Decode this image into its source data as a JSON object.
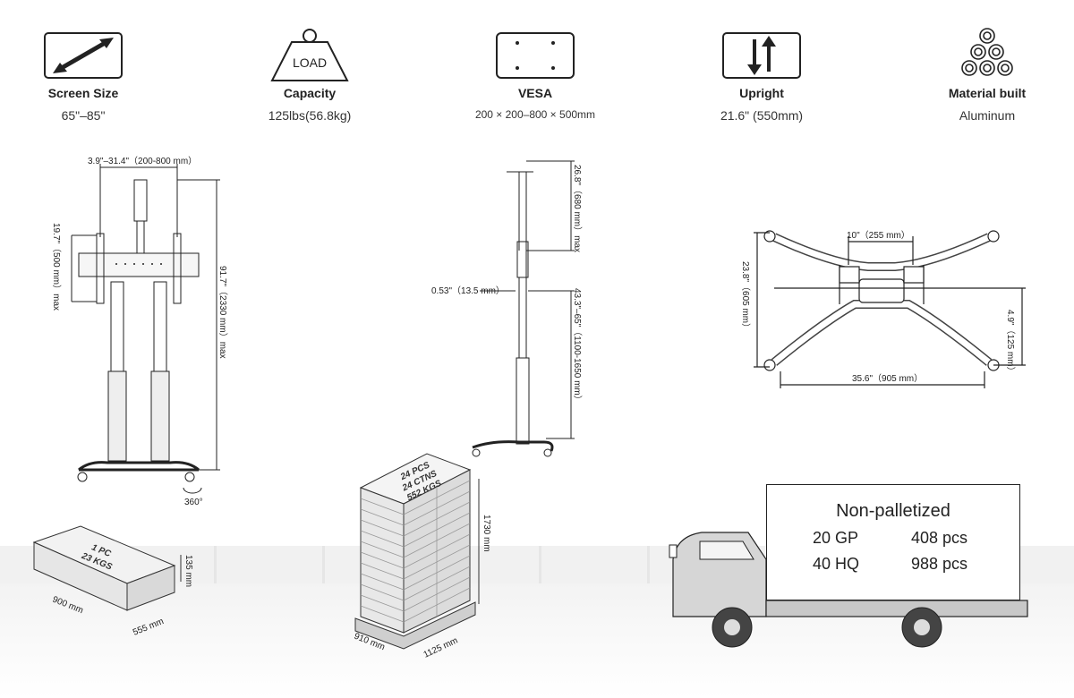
{
  "specs": [
    {
      "icon": "double-arrow-icon",
      "label": "Screen Size",
      "value": "65\"–85\""
    },
    {
      "icon": "weight-icon",
      "label": "Capacity",
      "value": "125lbs(56.8kg)",
      "badge": "LOAD"
    },
    {
      "icon": "vesa-plate-icon",
      "label": "VESA",
      "value": "200 × 200–800 × 500mm"
    },
    {
      "icon": "up-down-arrows-icon",
      "label": "Upright",
      "value": "21.6\" (550mm)"
    },
    {
      "icon": "spiral-cluster-icon",
      "label": "Material built",
      "value": "Aluminum"
    }
  ],
  "front_view": {
    "width_range": "3.9\"–31.4\"（200-800 mm）",
    "bracket_height": "19.7\"（500 mm）max",
    "total_height": "91.7\"（2330 mm）max",
    "rotation": "360°"
  },
  "side_view": {
    "top_extension": "26.8\"（680 mm）max",
    "thickness": "0.53\"（13.5 mm）",
    "height_range": "43.3\"–65\"（1100-1650 mm）"
  },
  "base_view": {
    "center_width": "10\"（255 mm）",
    "depth": "23.8\"（605 mm）",
    "offset": "4.9\"（125 mm）",
    "width": "35.6\"（905 mm）"
  },
  "single_box": {
    "line1": "1 PC",
    "line2": "23 KGS",
    "length": "900 mm",
    "width": "555 mm",
    "height": "135 mm"
  },
  "pallet": {
    "line1": "24 PCS",
    "line2": "24 CTNS",
    "line3": "552 KGS",
    "height": "1730 mm",
    "depth": "910 mm",
    "length": "1125 mm"
  },
  "shipping": {
    "title": "Non-palletized",
    "rows": [
      {
        "container": "20 GP",
        "qty": "408 pcs"
      },
      {
        "container": "40 HQ",
        "qty": "988 pcs"
      }
    ]
  },
  "colors": {
    "line": "#222222",
    "panel_border": "#222222",
    "floor": "#f3f3f3"
  }
}
